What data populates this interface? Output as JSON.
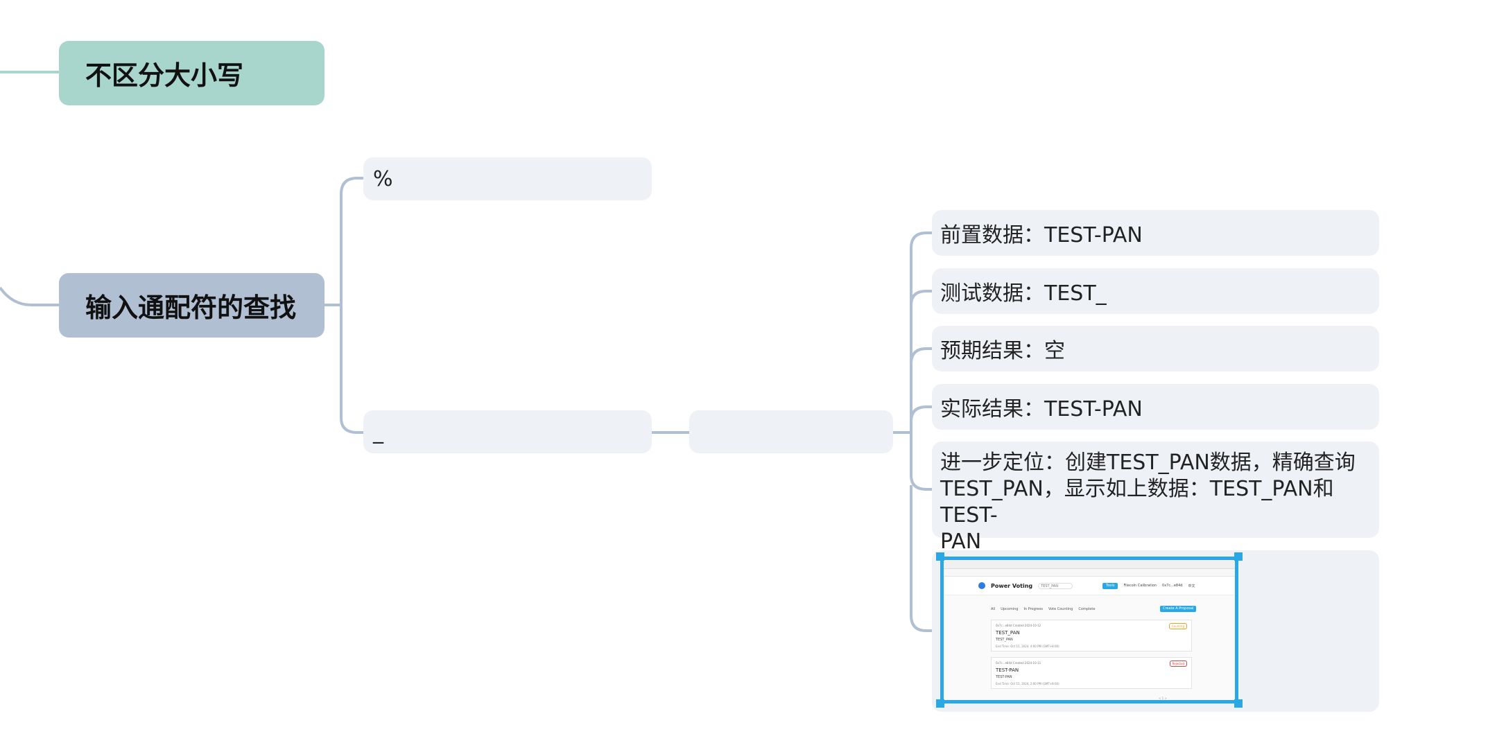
{
  "topics": {
    "case_insensitive": "不区分大小写",
    "wildcard_search": "输入通配符的查找"
  },
  "wildcards": {
    "percent": "%",
    "underscore": "_",
    "empty_node": ""
  },
  "details": {
    "pre_data": "前置数据：TEST-PAN",
    "test_data": "测试数据：TEST_",
    "expected": "预期结果：空",
    "actual": "实际结果：TEST-PAN",
    "further_line1": "进一步定位：创建TEST_PAN数据，精确查询",
    "further_line2": "TEST_PAN，显示如上数据：TEST_PAN和TEST-",
    "further_line3": "PAN"
  },
  "screenshot": {
    "brand": "Power Voting",
    "search_value": "TEST_PAN",
    "button": "Tools",
    "menu1": "Filecoin Calibration",
    "menu2": "0x7c...e84d",
    "menu3": "中文",
    "tabs": [
      "All",
      "Upcoming",
      "In Progress",
      "Vote Counting",
      "Complete"
    ],
    "create_button": "Create A Proposal",
    "cards": [
      {
        "meta": "0x7c...e84d   Created 2024-10-12",
        "title": "TEST_PAN",
        "subtitle": "TEST_PAN",
        "date": "End Time: Oct 15, 2024, 4:00 PM (GMT+8:00)",
        "status": "Counting",
        "status_color": "#f0a020"
      },
      {
        "meta": "0x7c...e84d   Created 2024-10-11",
        "title": "TEST-PAN",
        "subtitle": "TEST-PAN",
        "date": "End Time: Oct 15, 2024, 2:00 PM (GMT+8:00)",
        "status": "Rejected",
        "status_color": "#e04040"
      }
    ],
    "pager": "< 1 >"
  },
  "colors": {
    "green_topic": "#a9d6cc",
    "blue_topic": "#b0bfd2",
    "subnode": "#eef1f6",
    "connector_green": "#a9d6cc",
    "connector_blue": "#b0bfd2",
    "selection": "#2aa8e6"
  }
}
